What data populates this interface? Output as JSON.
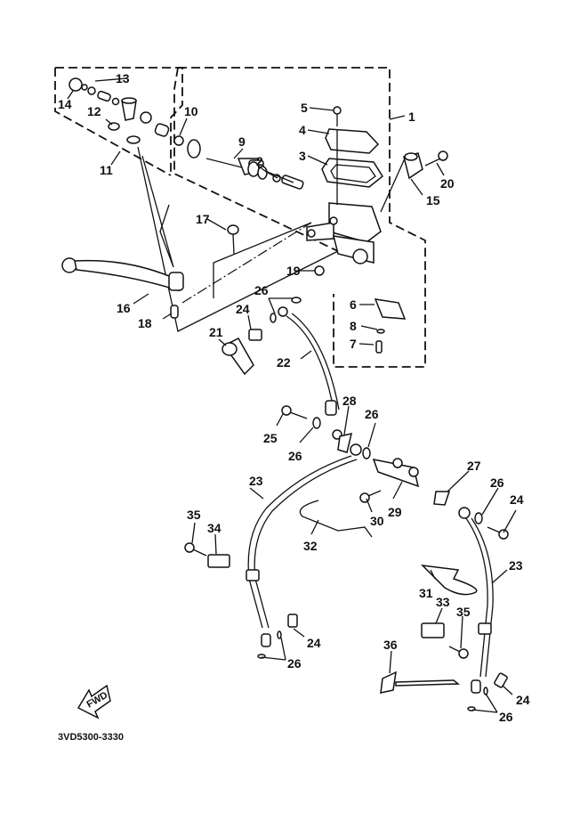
{
  "diagram": {
    "title": "Front master cylinder exploded parts diagram",
    "drawing_code": "3VD5300-3330",
    "direction_marker": "FWD",
    "callouts": [
      {
        "id": "c1",
        "text": "1"
      },
      {
        "id": "c2",
        "text": "2"
      },
      {
        "id": "c3",
        "text": "3"
      },
      {
        "id": "c4",
        "text": "4"
      },
      {
        "id": "c5",
        "text": "5"
      },
      {
        "id": "c6",
        "text": "6"
      },
      {
        "id": "c7",
        "text": "7"
      },
      {
        "id": "c8",
        "text": "8"
      },
      {
        "id": "c9",
        "text": "9"
      },
      {
        "id": "c10",
        "text": "10"
      },
      {
        "id": "c11",
        "text": "11"
      },
      {
        "id": "c12",
        "text": "12"
      },
      {
        "id": "c13",
        "text": "13"
      },
      {
        "id": "c14",
        "text": "14"
      },
      {
        "id": "c15",
        "text": "15"
      },
      {
        "id": "c16",
        "text": "16"
      },
      {
        "id": "c17",
        "text": "17"
      },
      {
        "id": "c18",
        "text": "18"
      },
      {
        "id": "c19",
        "text": "19"
      },
      {
        "id": "c20",
        "text": "20"
      },
      {
        "id": "c21",
        "text": "21"
      },
      {
        "id": "c22",
        "text": "22"
      },
      {
        "id": "c23a",
        "text": "23"
      },
      {
        "id": "c23b",
        "text": "23"
      },
      {
        "id": "c24a",
        "text": "24"
      },
      {
        "id": "c24b",
        "text": "24"
      },
      {
        "id": "c24c",
        "text": "24"
      },
      {
        "id": "c24d",
        "text": "24"
      },
      {
        "id": "c25",
        "text": "25"
      },
      {
        "id": "c26a",
        "text": "26"
      },
      {
        "id": "c26b",
        "text": "26"
      },
      {
        "id": "c26c",
        "text": "26"
      },
      {
        "id": "c26d",
        "text": "26"
      },
      {
        "id": "c26e",
        "text": "26"
      },
      {
        "id": "c26f",
        "text": "26"
      },
      {
        "id": "c27",
        "text": "27"
      },
      {
        "id": "c28",
        "text": "28"
      },
      {
        "id": "c29",
        "text": "29"
      },
      {
        "id": "c30",
        "text": "30"
      },
      {
        "id": "c31",
        "text": "31"
      },
      {
        "id": "c32",
        "text": "32"
      },
      {
        "id": "c33",
        "text": "33"
      },
      {
        "id": "c34",
        "text": "34"
      },
      {
        "id": "c35a",
        "text": "35"
      },
      {
        "id": "c35b",
        "text": "35"
      },
      {
        "id": "c36",
        "text": "36"
      }
    ]
  }
}
